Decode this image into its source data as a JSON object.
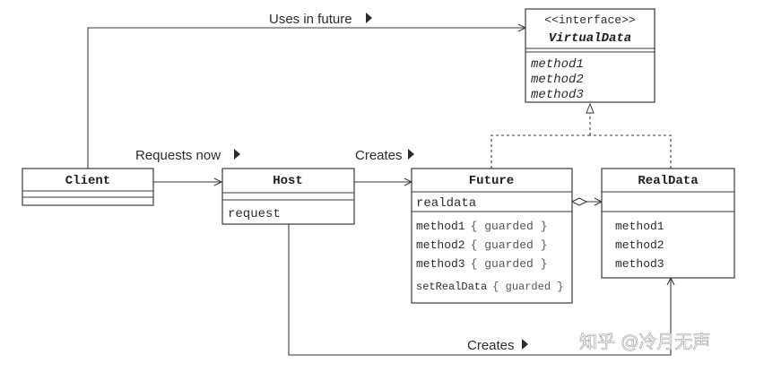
{
  "arrows": {
    "uses_in_future": "Uses in future",
    "requests_now": "Requests now",
    "creates_top": "Creates",
    "creates_bottom": "Creates"
  },
  "classes": {
    "client": {
      "name": "Client"
    },
    "host": {
      "name": "Host",
      "fields": [
        "request"
      ]
    },
    "future": {
      "name": "Future",
      "fields": [
        "realdata"
      ],
      "methods": [
        {
          "name": "method1",
          "constraint": "{ guarded }"
        },
        {
          "name": "method2",
          "constraint": "{ guarded }"
        },
        {
          "name": "method3",
          "constraint": "{ guarded }"
        },
        {
          "name": "setRealData",
          "constraint": "{ guarded }"
        }
      ]
    },
    "realdata": {
      "name": "RealData",
      "methods": [
        "method1",
        "method2",
        "method3"
      ]
    },
    "virtualdata": {
      "stereotype": "<<interface>>",
      "name": "VirtualData",
      "methods": [
        "method1",
        "method2",
        "method3"
      ]
    }
  },
  "watermark": "知乎 @冷月无声",
  "colors": {
    "line": "#3a3a3a",
    "text": "#2b2b2b",
    "background": "#ffffff"
  }
}
